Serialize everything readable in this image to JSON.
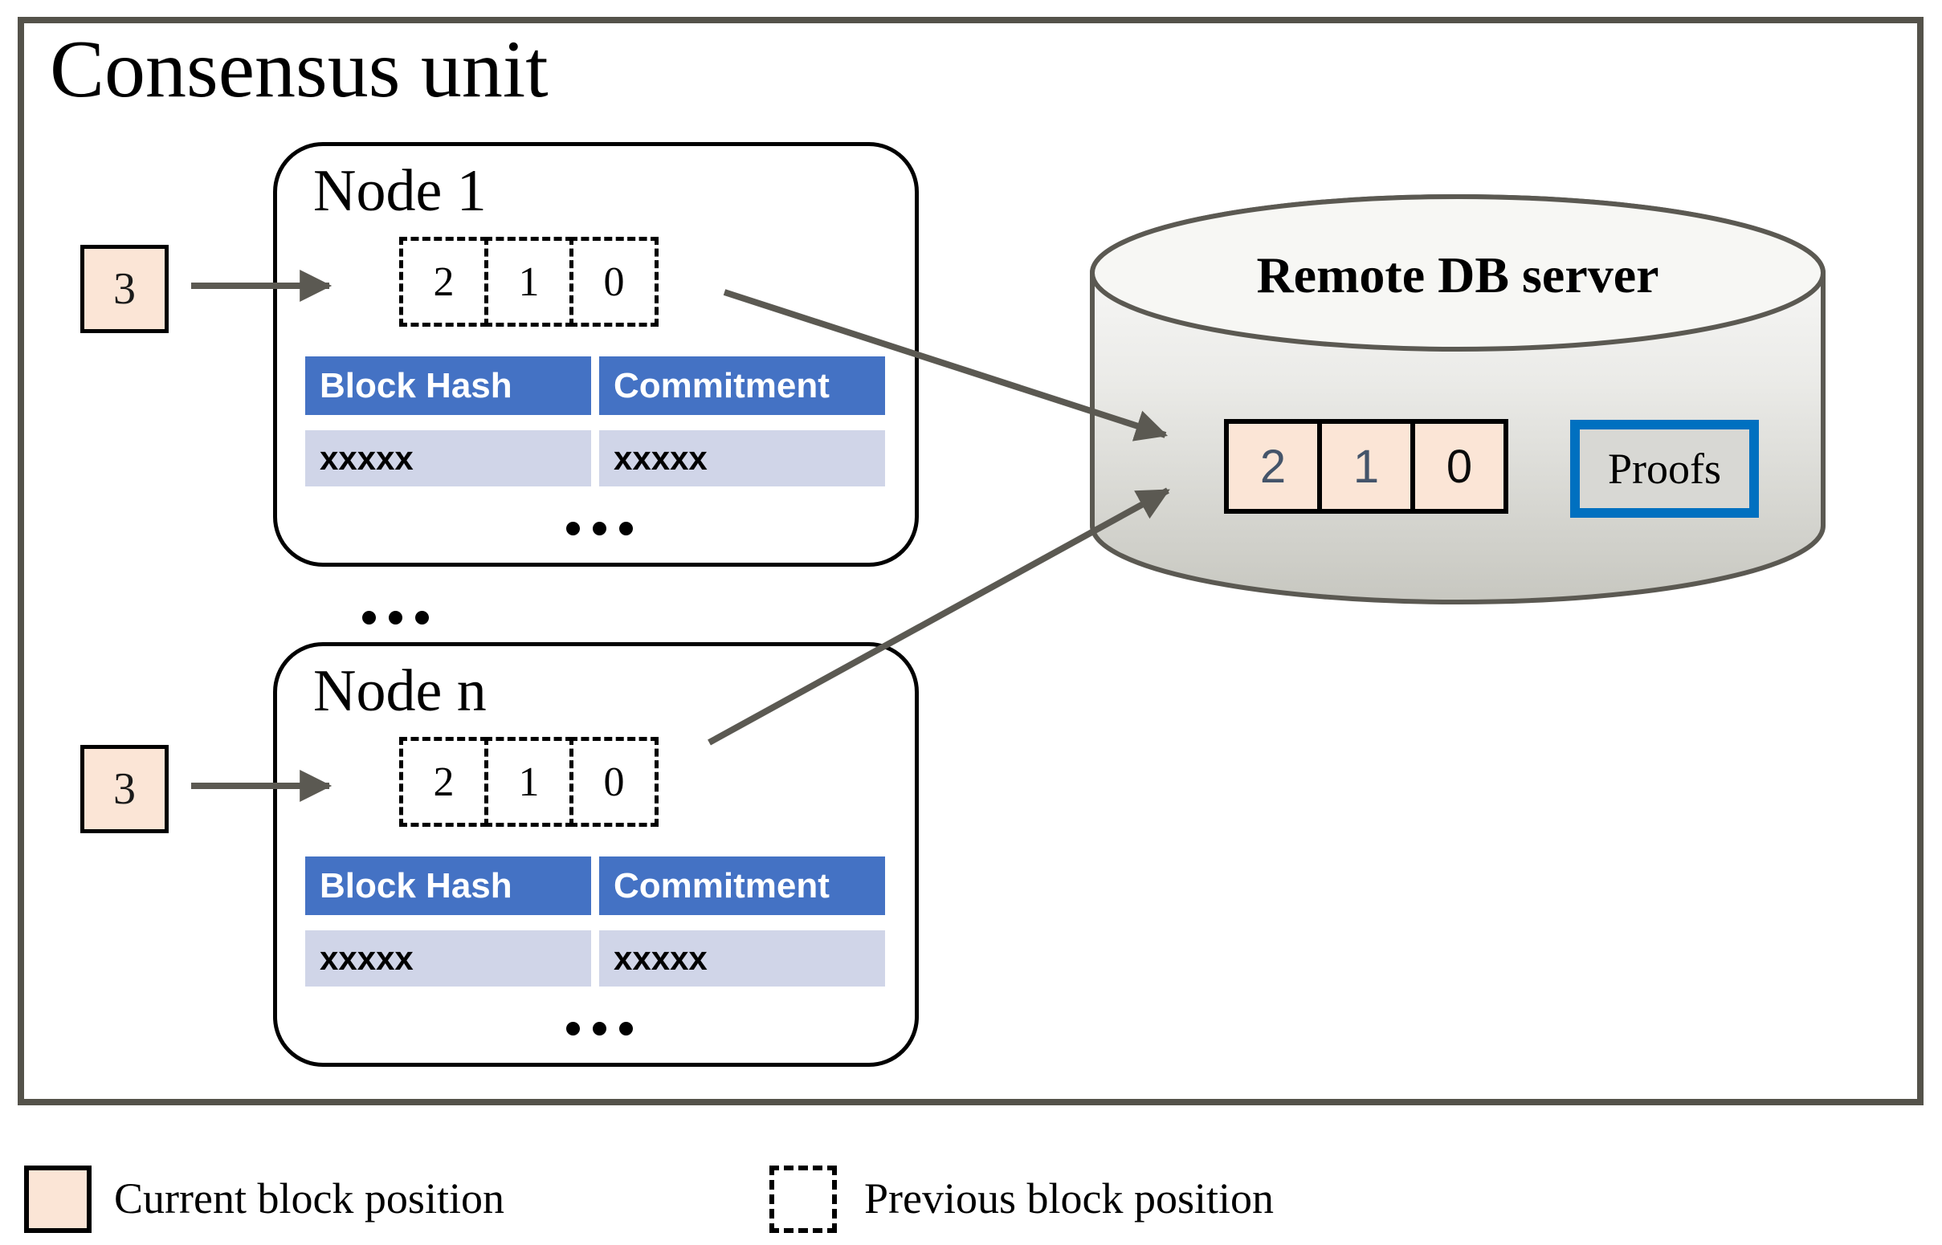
{
  "title": "Consensus unit",
  "nodes": [
    {
      "label": "Node 1",
      "incoming_block": "3",
      "positions": [
        "2",
        "1",
        "0"
      ],
      "table": {
        "headers": [
          "Block Hash",
          "Commitment"
        ],
        "row": [
          "xxxxx",
          "xxxxx"
        ]
      }
    },
    {
      "label": "Node n",
      "incoming_block": "3",
      "positions": [
        "2",
        "1",
        "0"
      ],
      "table": {
        "headers": [
          "Block Hash",
          "Commitment"
        ],
        "row": [
          "xxxxx",
          "xxxxx"
        ]
      }
    }
  ],
  "server": {
    "title": "Remote DB server",
    "positions": [
      "2",
      "1",
      "0"
    ],
    "proofs_label": "Proofs"
  },
  "legend": {
    "current_label": "Current block position",
    "previous_label": "Previous block position"
  },
  "colors": {
    "current_block_fill": "#FBE5D6",
    "table_header_blue": "#4472C4",
    "table_row_lavender": "#D0D5E8",
    "proofs_border_blue": "#0070C0",
    "arrow_gray": "#5B5952",
    "outer_border_gray": "#54524A",
    "server_digit_slate": "#44546A"
  }
}
